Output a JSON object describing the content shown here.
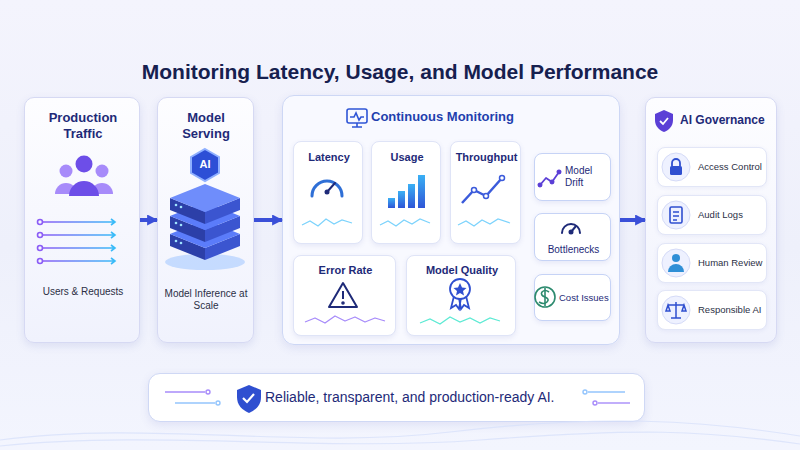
{
  "diagram": {
    "title": "Monitoring Latency, Usage, and Model Performance",
    "nodes": [
      {
        "text": [
          "Production Traffic",
          "Users & Requests"
        ]
      },
      {
        "text": [
          "Model Serving",
          "Model Inference at Scale"
        ]
      },
      {
        "text": [
          "Continuous Monitoring"
        ]
      },
      {
        "text": [
          "Latency"
        ],
        "in": 2
      },
      {
        "text": [
          "Usage"
        ],
        "in": 2
      },
      {
        "text": [
          "Throughput"
        ],
        "in": 2
      },
      {
        "text": [
          "Model Drift"
        ],
        "in": 2
      },
      {
        "text": [
          "Bottlenecks"
        ],
        "in": 2
      },
      {
        "text": [
          "Error Rate"
        ],
        "in": 2
      },
      {
        "text": [
          "Model Quality"
        ],
        "in": 2
      },
      {
        "text": [
          "Cost Issues"
        ],
        "in": 2
      },
      {
        "text": [
          "AI Governance"
        ]
      },
      {
        "text": [
          "Access Control"
        ],
        "in": 11
      },
      {
        "text": [
          "Audit Logs"
        ],
        "in": 11
      },
      {
        "text": [
          "Human Review"
        ],
        "in": 11
      },
      {
        "text": [
          "Responsible AI"
        ],
        "in": 11
      },
      {
        "text": [
          "Reliable, transparent, and production-ready AI."
        ]
      }
    ],
    "edges": [
      {
        "from": 0,
        "to": 1,
        "arrow": "to"
      },
      {
        "from": 1,
        "to": 2,
        "arrow": "to"
      },
      {
        "from": 2,
        "to": 11,
        "arrow": "to"
      }
    ],
    "labels": [
      "AI"
    ]
  }
}
